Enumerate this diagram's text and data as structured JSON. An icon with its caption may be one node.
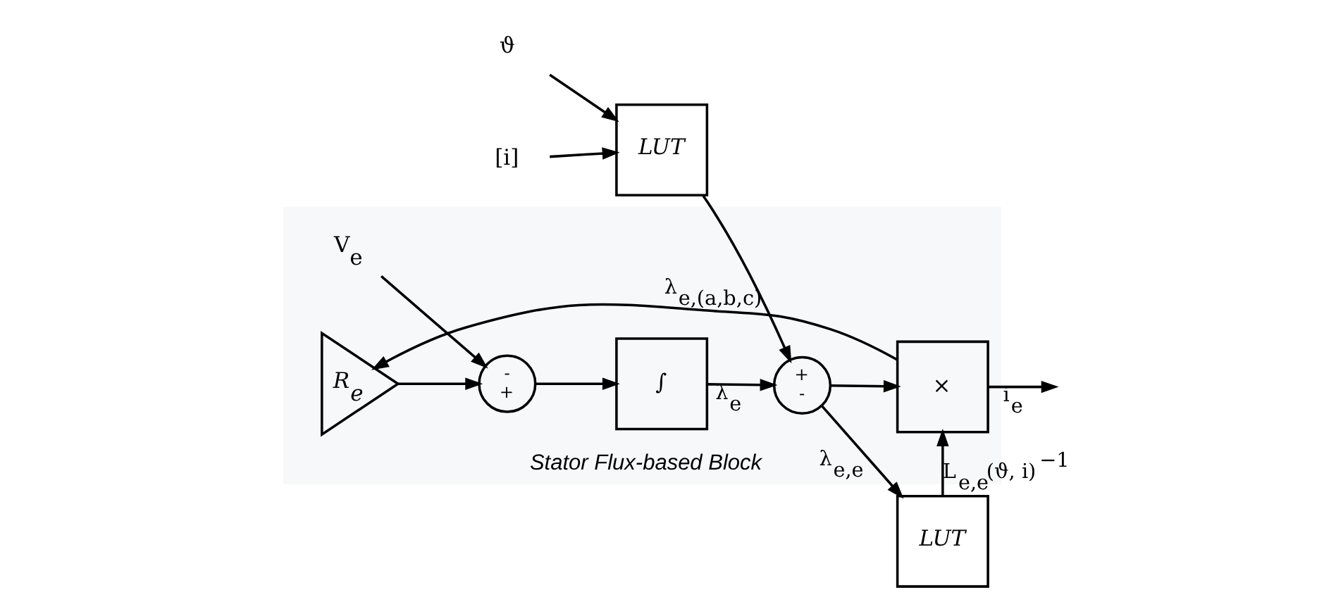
{
  "diagram": {
    "nodes": [
      {
        "text": [
          "ϑ"
        ]
      },
      {
        "text": [
          "[i]"
        ]
      },
      {
        "text": [
          "LUT"
        ]
      },
      {
        "text": [
          "Stator Flux-based Block"
        ]
      },
      {
        "text": [
          "V$_{e}$"
        ],
        "in": 3
      },
      {
        "text": [
          "R$_{e}$"
        ],
        "in": 3
      },
      {
        "text": [
          "-",
          "+"
        ],
        "in": 3
      },
      {
        "text": [
          "∫"
        ],
        "in": 3
      },
      {
        "text": [
          "+",
          "-"
        ],
        "in": 3
      },
      {
        "text": [
          "LUT"
        ]
      },
      {
        "text": [
          "×"
        ],
        "in": 3
      }
    ],
    "edges": [
      {
        "from": 0,
        "to": 2,
        "arrow": "to"
      },
      {
        "from": 1,
        "to": 2,
        "arrow": "to"
      },
      {
        "from": 2,
        "to": 8,
        "arrow": "to",
        "label": "λ$_{e,(a,b,c)}$"
      },
      {
        "from": 4,
        "to": 6,
        "arrow": "to"
      },
      {
        "from": 5,
        "to": 6,
        "arrow": "to"
      },
      {
        "from": 6,
        "to": 7,
        "arrow": "to"
      },
      {
        "from": 7,
        "to": 8,
        "arrow": "to",
        "label": "λ$_{e}$"
      },
      {
        "from": 8,
        "to": 9,
        "arrow": "to",
        "label": "λ$_{e,e}$"
      },
      {
        "from": 8,
        "to": 10,
        "arrow": "to"
      },
      {
        "from": 9,
        "to": 10,
        "arrow": "to",
        "label": "L$_{e,e}$(ϑ, i)$^{−1}$"
      },
      {
        "from": 10,
        "to": null,
        "arrow": "to",
        "label": "i$_{e}$"
      },
      {
        "from": 10,
        "to": 5,
        "arrow": "to"
      }
    ]
  }
}
